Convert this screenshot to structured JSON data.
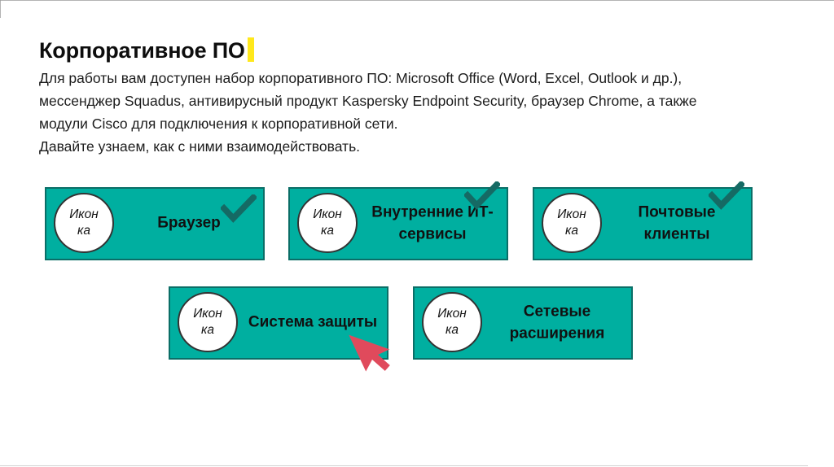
{
  "slide": {
    "title": "Корпоративное ПО",
    "paragraph1_lines": [
      "Для работы вам доступен набор корпоративного ПО: Microsoft Office (Word, Excel, Outlook и др.),",
      "мессенджер Squadus, антивирусный продукт Kaspersky Endpoint Security, браузер Chrome, а также",
      "модули Cisco для подключения к корпоративной сети."
    ],
    "paragraph2": "Давайте узнаем, как с ними взаимодействовать."
  },
  "cards": [
    {
      "label": "Браузер",
      "icon_line1": "Икон",
      "icon_line2": "ка",
      "checked": true
    },
    {
      "label": "Внутренние ИТ-сервисы",
      "icon_line1": "Икон",
      "icon_line2": "ка",
      "checked": true
    },
    {
      "label": "Почтовые клиенты",
      "icon_line1": "Икон",
      "icon_line2": "ка",
      "checked": true
    },
    {
      "label": "Система защиты",
      "icon_line1": "Икон",
      "icon_line2": "ка",
      "checked": false,
      "cursor_over": true
    },
    {
      "label": "Сетевые расширения",
      "icon_line1": "Икон",
      "icon_line2": "ка",
      "checked": false
    }
  ],
  "icons": {
    "checkmark": "check-glyph",
    "mouse_pointer": "arrow-cursor"
  },
  "colors": {
    "card_fill": "#00AFA0",
    "card_border": "#0B6E67",
    "checkmark": "#156A64",
    "cursor_red": "#E04A5C",
    "text_caret_yellow": "#FFE81C",
    "text": "#1c1c1c"
  }
}
